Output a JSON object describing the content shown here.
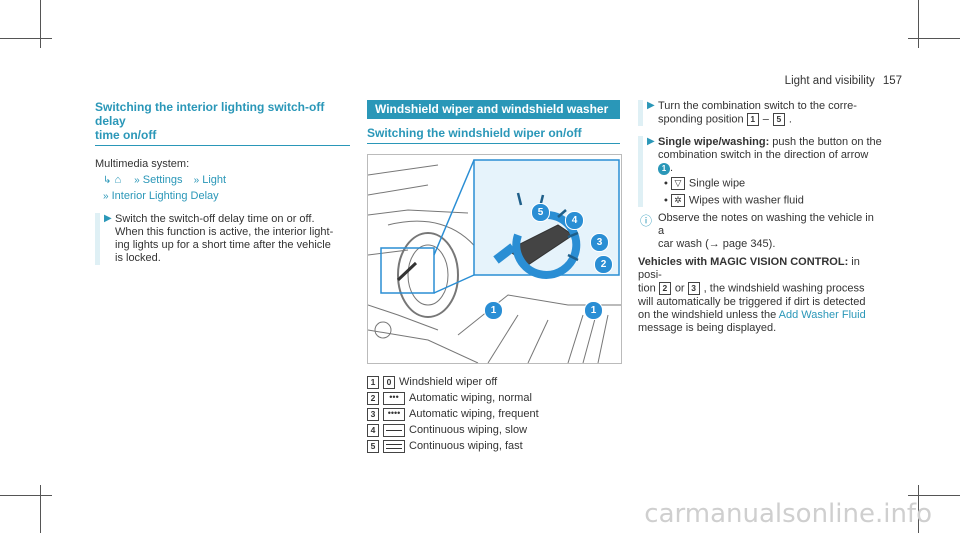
{
  "header": {
    "section": "Light and visibility",
    "page": "157"
  },
  "col1": {
    "heading_line1": "Switching the interior lighting switch-off delay",
    "heading_line2": "time on/off",
    "system": "Multimedia system:",
    "path_settings": "Settings",
    "path_light": "Light",
    "path_item": "Interior Lighting Delay",
    "step_lines": [
      "Switch the switch-off delay time on or off.",
      "When this function is active, the interior light-",
      "ing lights up for a short time after the vehicle",
      "is locked."
    ]
  },
  "col2": {
    "banner": "Windshield wiper and windshield washer system",
    "subheading": "Switching the windshield wiper on/off",
    "callouts": [
      "1",
      "2",
      "3",
      "4",
      "5"
    ],
    "legend": [
      {
        "n": "1",
        "icon": "0",
        "text": "Windshield wiper off"
      },
      {
        "n": "2",
        "icon": "•••",
        "text": "Automatic wiping, normal"
      },
      {
        "n": "3",
        "icon": "••••",
        "text": "Automatic wiping, frequent"
      },
      {
        "n": "4",
        "icon": "single-line",
        "text": "Continuous wiping, slow"
      },
      {
        "n": "5",
        "icon": "double-line",
        "text": "Continuous wiping, fast"
      }
    ]
  },
  "col3": {
    "step1_lines": [
      "Turn the combination switch to the corre-",
      "sponding position"
    ],
    "step1_range_from": "1",
    "step1_range_to": "5",
    "step2_bold": "Single wipe/washing:",
    "step2_rest": " push the button on the",
    "step2_line2": "combination switch in the direction of arrow",
    "step2_marker": "1",
    "bullet1": "Single wipe",
    "bullet2": "Wipes with washer fluid",
    "note_lines": [
      "Observe the notes on washing the vehicle in a",
      "car wash (→ page 345)."
    ],
    "magic_bold": "Vehicles with MAGIC VISION CONTROL:",
    "magic_rest": " in posi-",
    "magic_line2a": "tion",
    "magic_line2b": "or",
    "magic_line2c": ", the windshield washing process",
    "magic_line3": "will automatically be triggered if dirt is detected",
    "magic_line4a": "on the windshield unless the",
    "magic_link": "Add Washer Fluid",
    "magic_line5": "message is being displayed."
  },
  "watermark": "carmanualsonline.info"
}
